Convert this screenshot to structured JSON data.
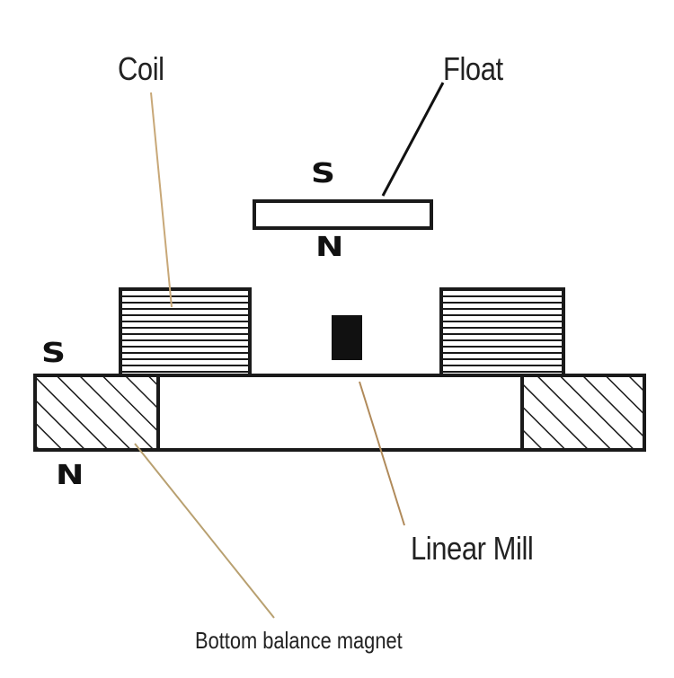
{
  "labels": {
    "coil": "Coil",
    "float": "Float",
    "linear_mill": "Linear Mill",
    "bottom_magnet": "Bottom balance magnet"
  },
  "poles": {
    "float_top": "S",
    "float_bottom": "N",
    "base_top": "S",
    "base_bottom": "N"
  },
  "colors": {
    "outline": "#1a1a1a",
    "coil_leader": "#c8a878",
    "float_leader": "#111111",
    "mill_leader": "#b08a5a",
    "magnet_leader": "#b8a070"
  }
}
